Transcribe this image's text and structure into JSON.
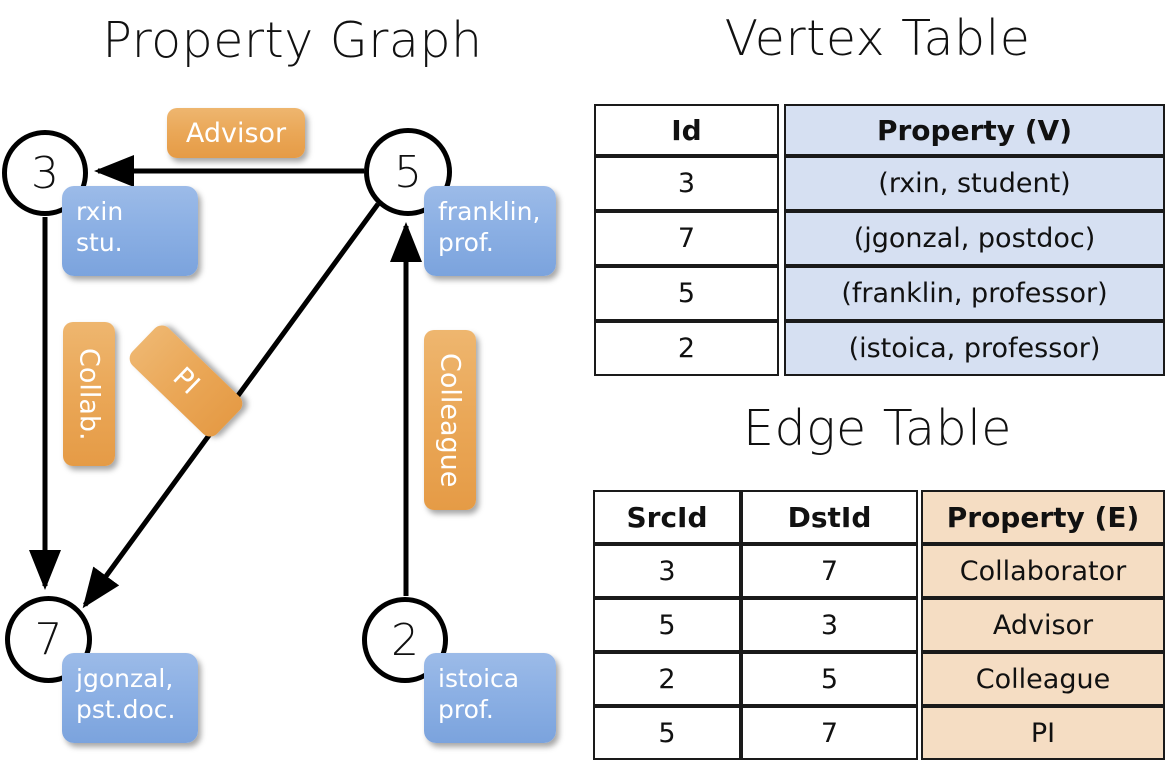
{
  "titles": {
    "property_graph": "Property Graph",
    "vertex_table": "Vertex Table",
    "edge_table": "Edge Table"
  },
  "colors": {
    "vertex_property_fill": "#d6e0f2",
    "edge_property_fill": "#f5ddc3",
    "node_box_blue": "#8cb0e4",
    "edge_label_orange": "#eaa757",
    "stroke": "#000000"
  },
  "graph": {
    "nodes": [
      {
        "id": "3",
        "prop_line1": "rxin",
        "prop_line2": "stu."
      },
      {
        "id": "5",
        "prop_line1": "franklin,",
        "prop_line2": "prof."
      },
      {
        "id": "7",
        "prop_line1": "jgonzal,",
        "prop_line2": "pst.doc."
      },
      {
        "id": "2",
        "prop_line1": "istoica",
        "prop_line2": "prof."
      }
    ],
    "edge_labels": [
      {
        "name": "advisor",
        "text": "Advisor"
      },
      {
        "name": "collab",
        "text": "Collab."
      },
      {
        "name": "pi",
        "text": "PI"
      },
      {
        "name": "colleague",
        "text": "Colleague"
      }
    ]
  },
  "vertex_table": {
    "headers": [
      "Id",
      "Property (V)"
    ],
    "rows": [
      {
        "id": "3",
        "property": "(rxin, student)"
      },
      {
        "id": "7",
        "property": "(jgonzal, postdoc)"
      },
      {
        "id": "5",
        "property": "(franklin, professor)"
      },
      {
        "id": "2",
        "property": "(istoica, professor)"
      }
    ]
  },
  "edge_table": {
    "headers": [
      "SrcId",
      "DstId",
      "Property (E)"
    ],
    "rows": [
      {
        "src": "3",
        "dst": "7",
        "property": "Collaborator"
      },
      {
        "src": "5",
        "dst": "3",
        "property": "Advisor"
      },
      {
        "src": "2",
        "dst": "5",
        "property": "Colleague"
      },
      {
        "src": "5",
        "dst": "7",
        "property": "PI"
      }
    ]
  }
}
